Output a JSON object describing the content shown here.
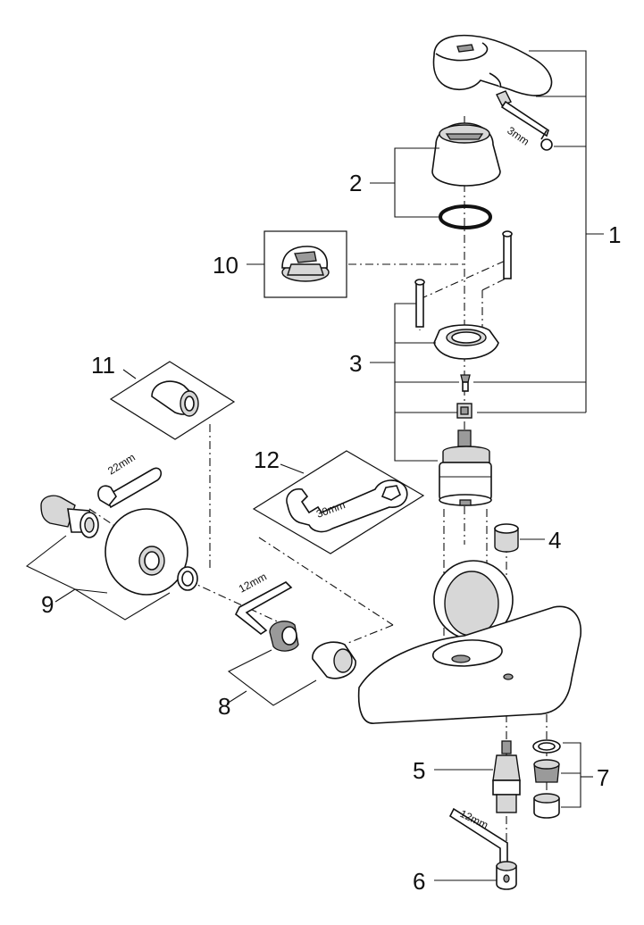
{
  "callouts": {
    "c1": "1",
    "c2": "2",
    "c3": "3",
    "c4": "4",
    "c5": "5",
    "c6": "6",
    "c7": "7",
    "c8": "8",
    "c9": "9",
    "c10": "10",
    "c11": "11",
    "c12": "12"
  },
  "tool_sizes": {
    "hex_key_top": "3mm",
    "socket_wrench": "22mm",
    "hex_key_middle": "12mm",
    "spanner": "30mm",
    "hex_key_bottom": "12mm"
  }
}
